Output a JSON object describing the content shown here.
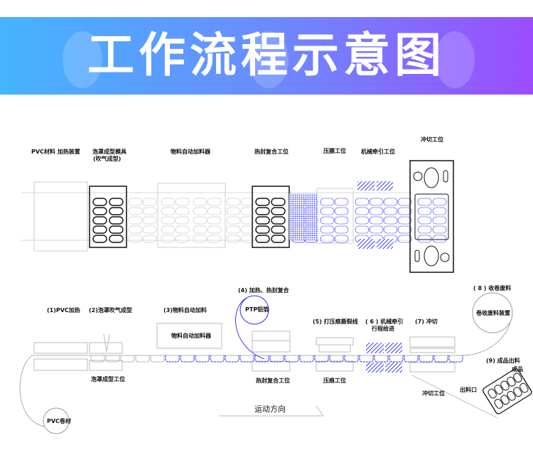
{
  "banner": {
    "title": "工作流程示意图"
  },
  "colors": {
    "gradient_start": "#45b4ff",
    "gradient_end": "#9b4dff",
    "blue": "#2a2aff",
    "line": "#bbbbbb"
  },
  "top_view": {
    "pvc_heater": "PVC材料 加热装置",
    "mold": "泡罩成型模具",
    "mold_sub": "(吹气成型)",
    "feeder": "物料自动加料器",
    "heat_seal": "热封复合工位",
    "press": "压膜工位",
    "traction": "机械牵引工位",
    "die_cut": "冲切工位"
  },
  "side_view": {
    "step1": "(1)PVC加热",
    "step2": "(2)泡罩吹气成型",
    "step3": "(3)物料自动加料",
    "step4": "(4) 加热、热封复合",
    "foil": "PTP铝箔",
    "step5": "(5) 打压痕撕裂线",
    "step6_a": "( 6 ) 机械牵引",
    "step6_b": "行程给进",
    "step7": "(7) 冲切",
    "step8": "( 8 ) 收卷废料",
    "waste_roll": "卷收废料装置",
    "step9": "(9) 成品出料",
    "product": "成品",
    "outlet": "出料口",
    "die_station": "冲切工位",
    "feeder_box": "物料自动加料器",
    "forming_station": "泡罩成型工位",
    "seal_station": "热封复合工位",
    "press_station": "压痕工位",
    "direction": "运动方向",
    "pvc_roll": "PVC卷材"
  }
}
